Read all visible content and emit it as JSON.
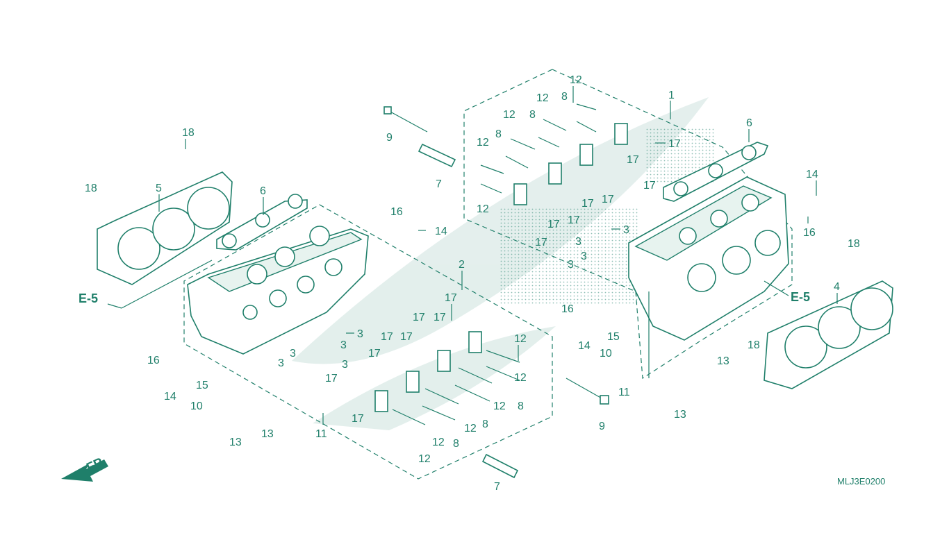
{
  "diagram": {
    "drawing_code": "MLJ3E0200",
    "direction_label": "FR.",
    "ref_left": "E-5",
    "ref_right": "E-5",
    "accent_color": "#1f7f6a",
    "labels": [
      "1",
      "2",
      "3",
      "4",
      "5",
      "6",
      "7",
      "8",
      "9",
      "10",
      "11",
      "12",
      "13",
      "14",
      "15",
      "16",
      "17",
      "18"
    ]
  }
}
